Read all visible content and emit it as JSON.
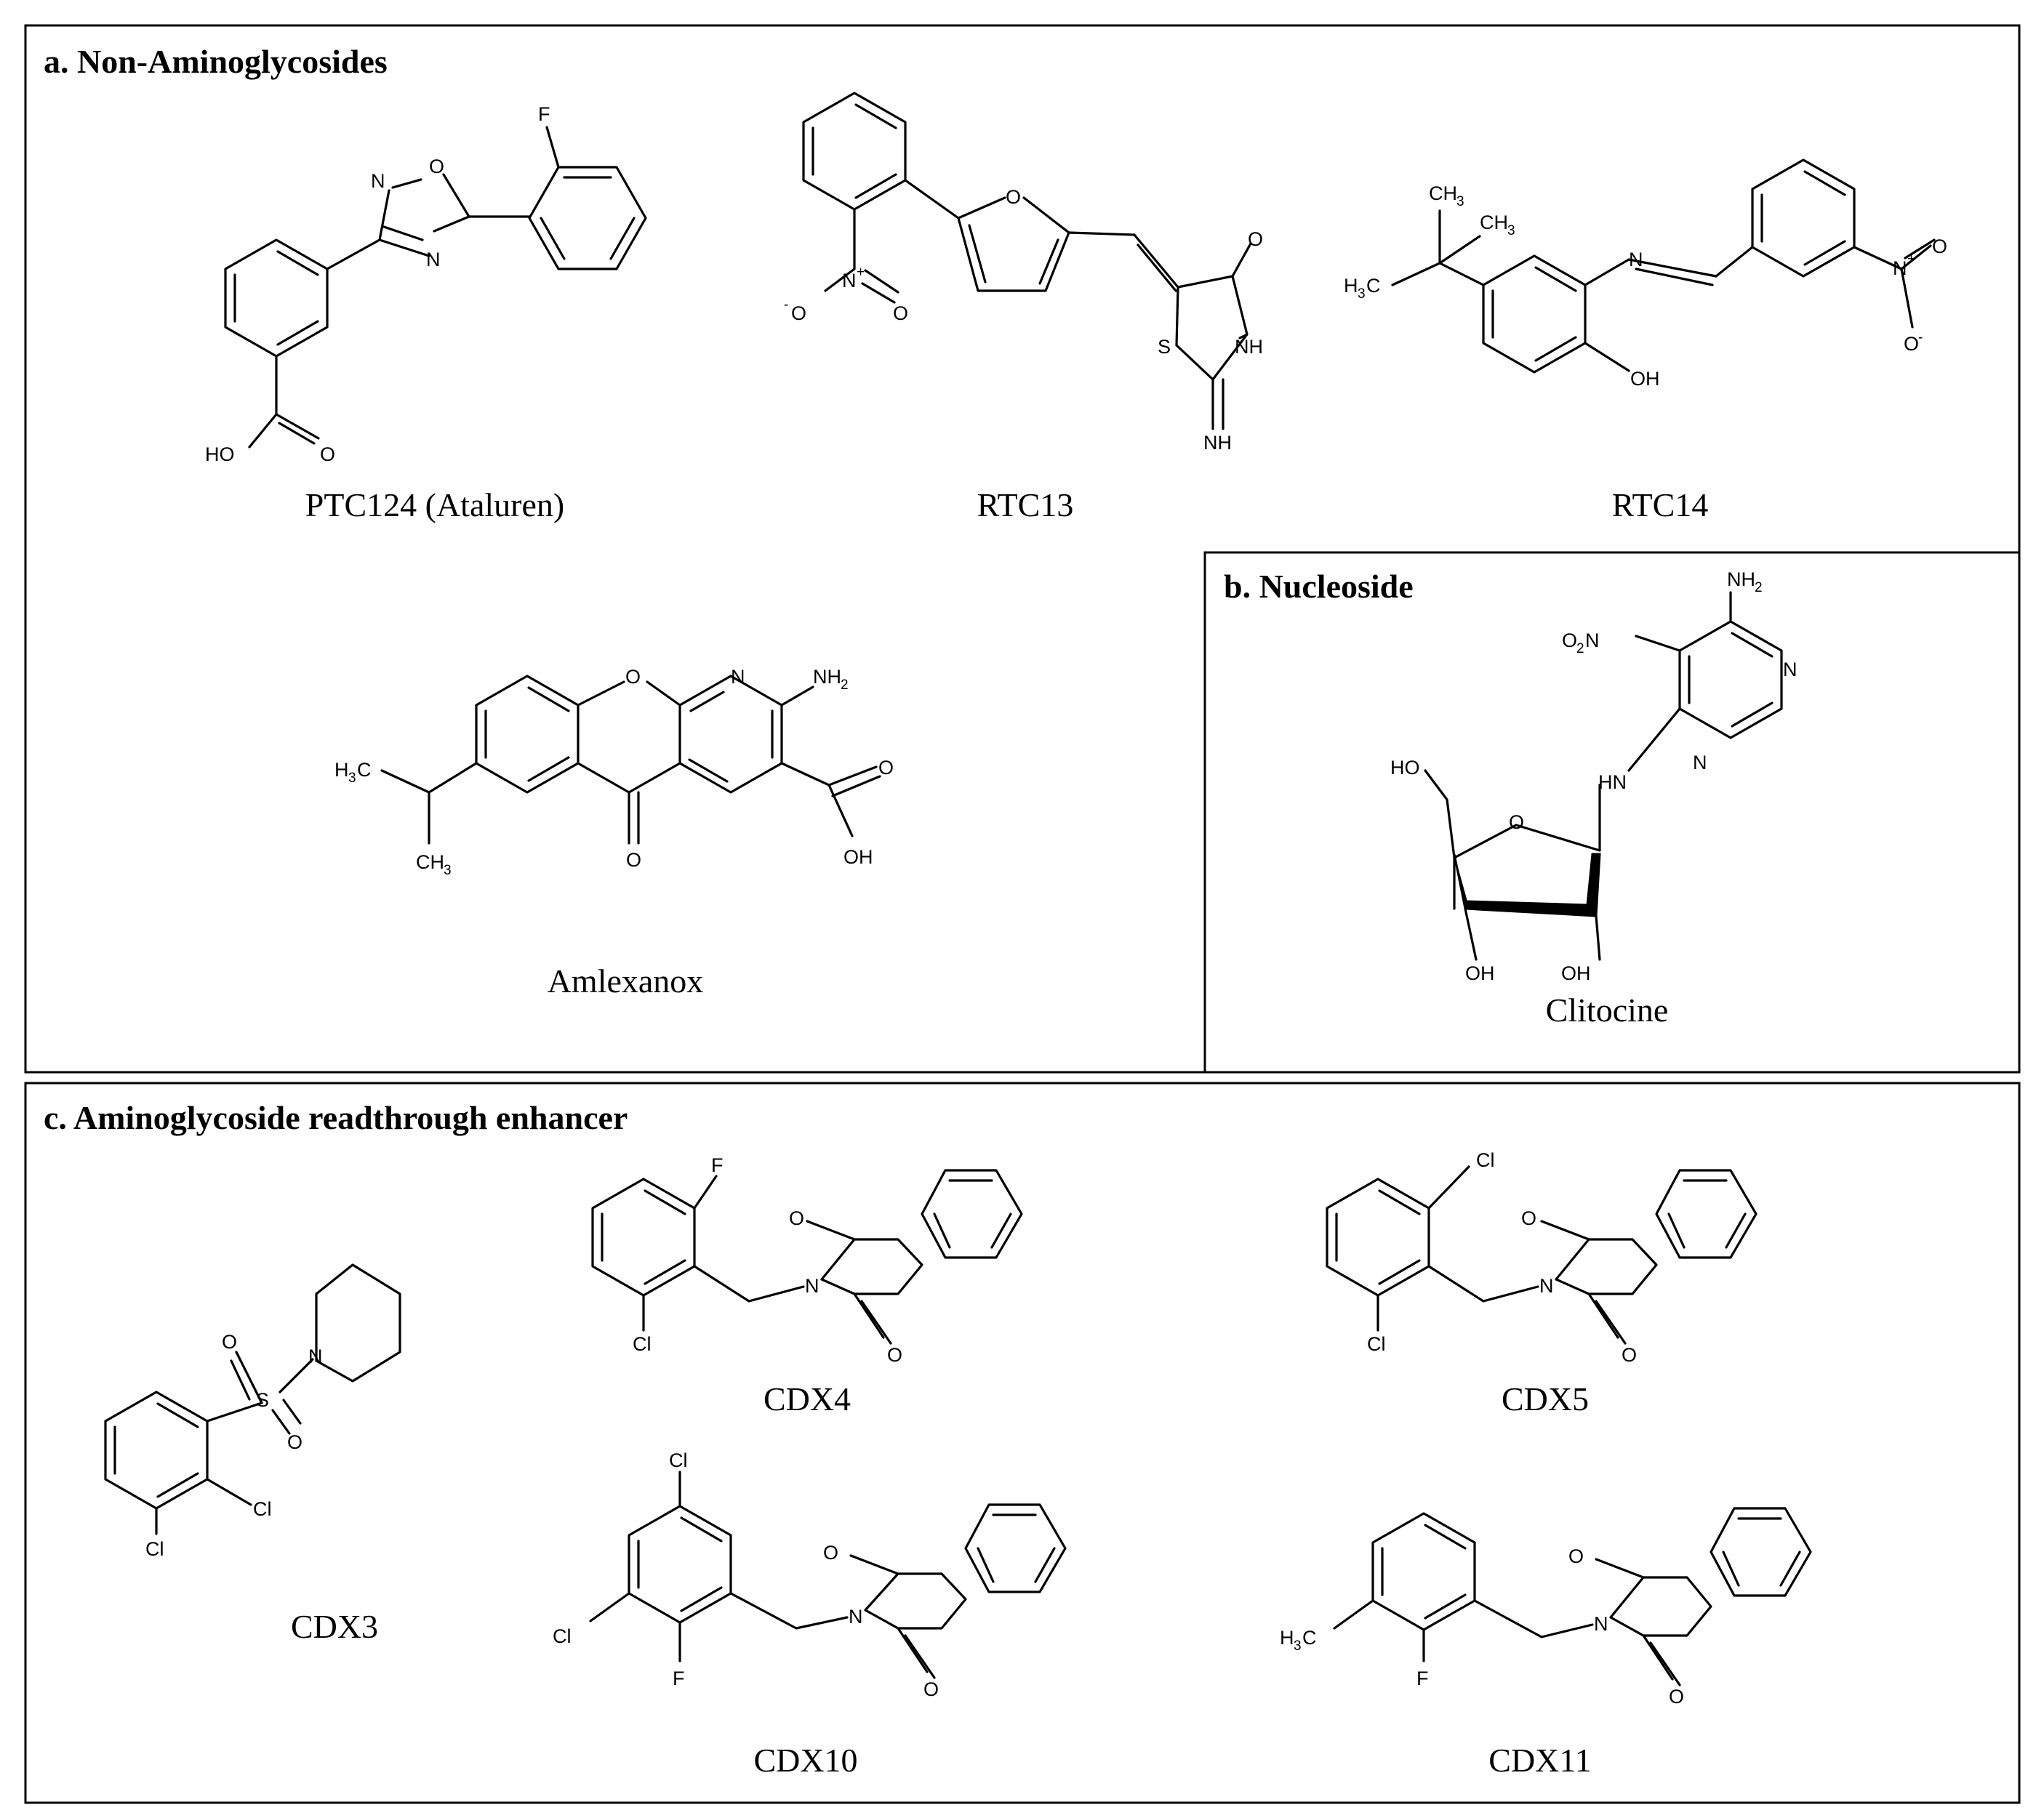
{
  "panels": {
    "a": {
      "title": "a. Non-Aminoglycosides"
    },
    "b": {
      "title": "b. Nucleoside"
    },
    "c": {
      "title": "c. Aminoglycoside readthrough enhancer"
    }
  },
  "compounds": {
    "ptc124": {
      "name": "PTC124 (Ataluren)",
      "atoms": {
        "F": "F",
        "N": "N",
        "O_ring": "O",
        "N2": "N",
        "HO": "HO",
        "O": "O"
      }
    },
    "rtc13": {
      "name": "RTC13",
      "atoms": {
        "O_furan": "O",
        "N": "N",
        "N_charge": "+",
        "O_minus": "O",
        "minus": "-",
        "O_nitro": "O",
        "O_keto": "O",
        "S": "S",
        "NH": "NH",
        "NH_imine": "NH"
      }
    },
    "rtc14": {
      "name": "RTC14",
      "atoms": {
        "CH3_top": "CH",
        "CH3_top_sub": "3",
        "CH3_right": "CH",
        "CH3_right_sub": "3",
        "H3C": "H",
        "H3C_sub": "3",
        "H3C_c": "C",
        "N_imine": "N",
        "OH": "OH",
        "N_nitro": "N",
        "N_charge": "+",
        "O_nitro": "O",
        "O_minus": "O",
        "minus": "-"
      }
    },
    "amlexanox": {
      "name": "Amlexanox",
      "atoms": {
        "O_ring": "O",
        "N": "N",
        "NH2": "NH",
        "NH2_sub": "2",
        "H3C": "H",
        "H3C_sub": "3",
        "H3C_c": "C",
        "CH3": "CH",
        "CH3_sub": "3",
        "O_keto": "O",
        "O_acid": "O",
        "OH": "OH"
      }
    },
    "clitocine": {
      "name": "Clitocine",
      "atoms": {
        "NH2": "NH",
        "NH2_sub": "2",
        "O2N": "O",
        "O2N_sub": "2",
        "O2N_n": "N",
        "N1": "N",
        "N3": "N",
        "HN": "HN",
        "HO": "HO",
        "O_ring": "O",
        "OH1": "OH",
        "OH2": "OH"
      }
    },
    "cdx3": {
      "name": "CDX3",
      "atoms": {
        "S": "S",
        "O1": "O",
        "O2": "O",
        "N": "N",
        "Cl1": "Cl",
        "Cl2": "Cl"
      }
    },
    "cdx4": {
      "name": "CDX4",
      "atoms": {
        "F": "F",
        "Cl": "Cl",
        "N": "N",
        "O1": "O",
        "O2": "O"
      }
    },
    "cdx5": {
      "name": "CDX5",
      "atoms": {
        "Cl1": "Cl",
        "Cl2": "Cl",
        "N": "N",
        "O1": "O",
        "O2": "O"
      }
    },
    "cdx10": {
      "name": "CDX10",
      "atoms": {
        "Cl1": "Cl",
        "Cl2": "Cl",
        "F": "F",
        "N": "N",
        "O1": "O",
        "O2": "O"
      }
    },
    "cdx11": {
      "name": "CDX11",
      "atoms": {
        "H3C": "H",
        "H3C_sub": "3",
        "H3C_c": "C",
        "F": "F",
        "N": "N",
        "O1": "O",
        "O2": "O"
      }
    }
  }
}
